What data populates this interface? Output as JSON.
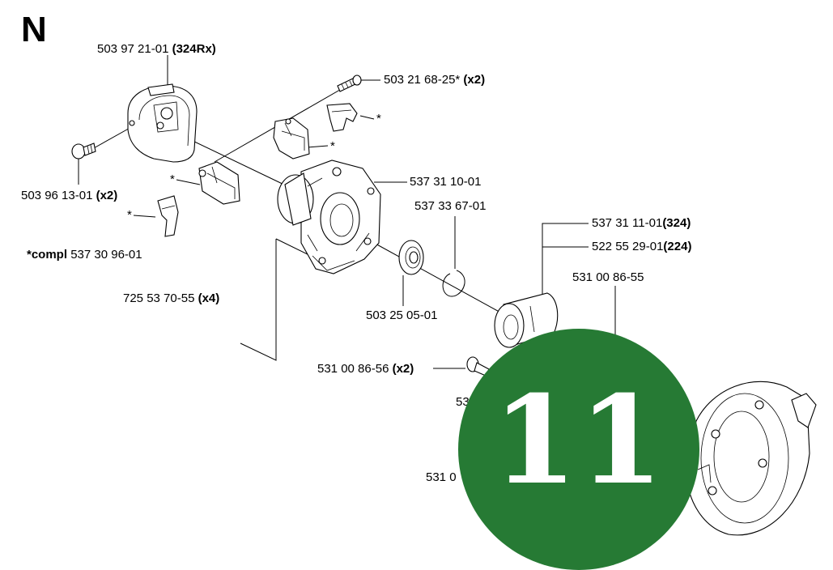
{
  "section_letter": "N",
  "page_badge": "11",
  "labels": {
    "cover": {
      "number": "503 97 21-01",
      "note": "(324Rx)"
    },
    "screw_top": {
      "number": "503 21 68-25*",
      "note": "(x2)"
    },
    "screw_left": {
      "number": "503 96 13-01",
      "note": "(x2)"
    },
    "housing": {
      "number": "537 31 10-01",
      "note": ""
    },
    "circlip": {
      "number": "537 33 67-01",
      "note": ""
    },
    "drum_324": {
      "number": "537 31 11-01",
      "note": "(324)"
    },
    "drum_224": {
      "number": "522 55 29-01",
      "note": "(224)"
    },
    "part_55": {
      "number": "531 00 86-55",
      "note": ""
    },
    "bearing": {
      "number": "503 25 05-01",
      "note": ""
    },
    "screw_housing": {
      "number": "725 53 70-55",
      "note": "(x4)"
    },
    "screw_56": {
      "number": "531 00 86-56",
      "note": "(x2)"
    },
    "partial_1": {
      "number": "53",
      "note": ""
    },
    "partial_2": {
      "number": "531 0",
      "note": ""
    },
    "compl_prefix": "*compl",
    "compl_number": "537 30 96-01",
    "asterisk": "*"
  }
}
